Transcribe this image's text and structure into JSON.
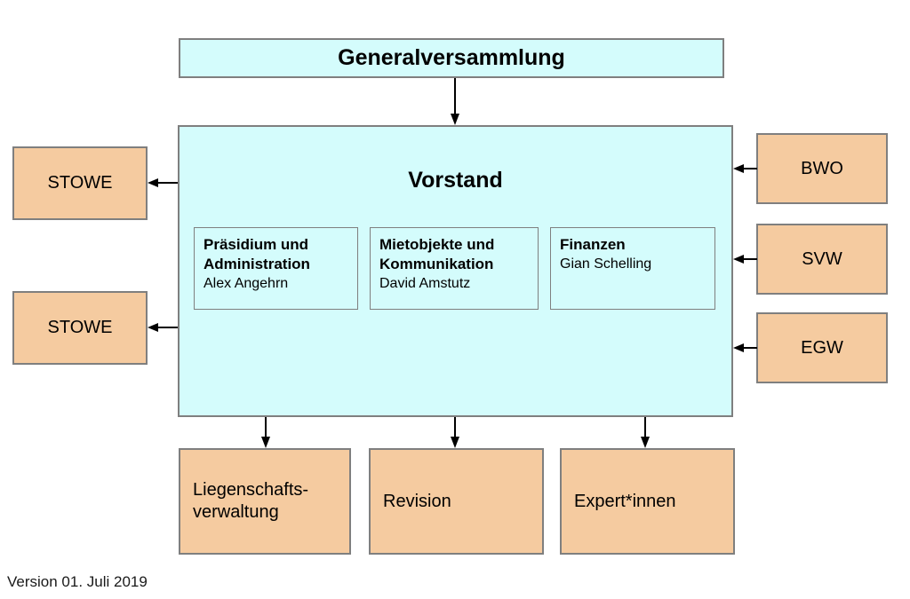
{
  "diagram": {
    "title_top": "Generalversammlung",
    "board": {
      "title": "Vorstand",
      "departments": [
        {
          "title_line1": "Präsidium und",
          "title_line2": "Administration",
          "person": "Alex Angehrn"
        },
        {
          "title_line1": "Mietobjekte und",
          "title_line2": "Kommunikation",
          "person": "David Amstutz"
        },
        {
          "title_line1": "Finanzen",
          "title_line2": "",
          "person": "Gian Schelling"
        }
      ]
    },
    "left_boxes": [
      {
        "label": "STOWE"
      },
      {
        "label": "STOWE"
      }
    ],
    "right_boxes": [
      {
        "label": "BWO"
      },
      {
        "label": "SVW"
      },
      {
        "label": "EGW"
      }
    ],
    "bottom_boxes": [
      {
        "line1": "Liegenschafts-",
        "line2": "verwaltung"
      },
      {
        "line1": "Revision",
        "line2": ""
      },
      {
        "line1": "Expert*innen",
        "line2": ""
      }
    ],
    "footer": "Version 01. Juli 2019",
    "colors": {
      "cyan_fill": "#d4fcfc",
      "peach_fill": "#f5cba0",
      "border": "#7f7f7f",
      "arrow": "#000000",
      "text": "#000000"
    }
  }
}
